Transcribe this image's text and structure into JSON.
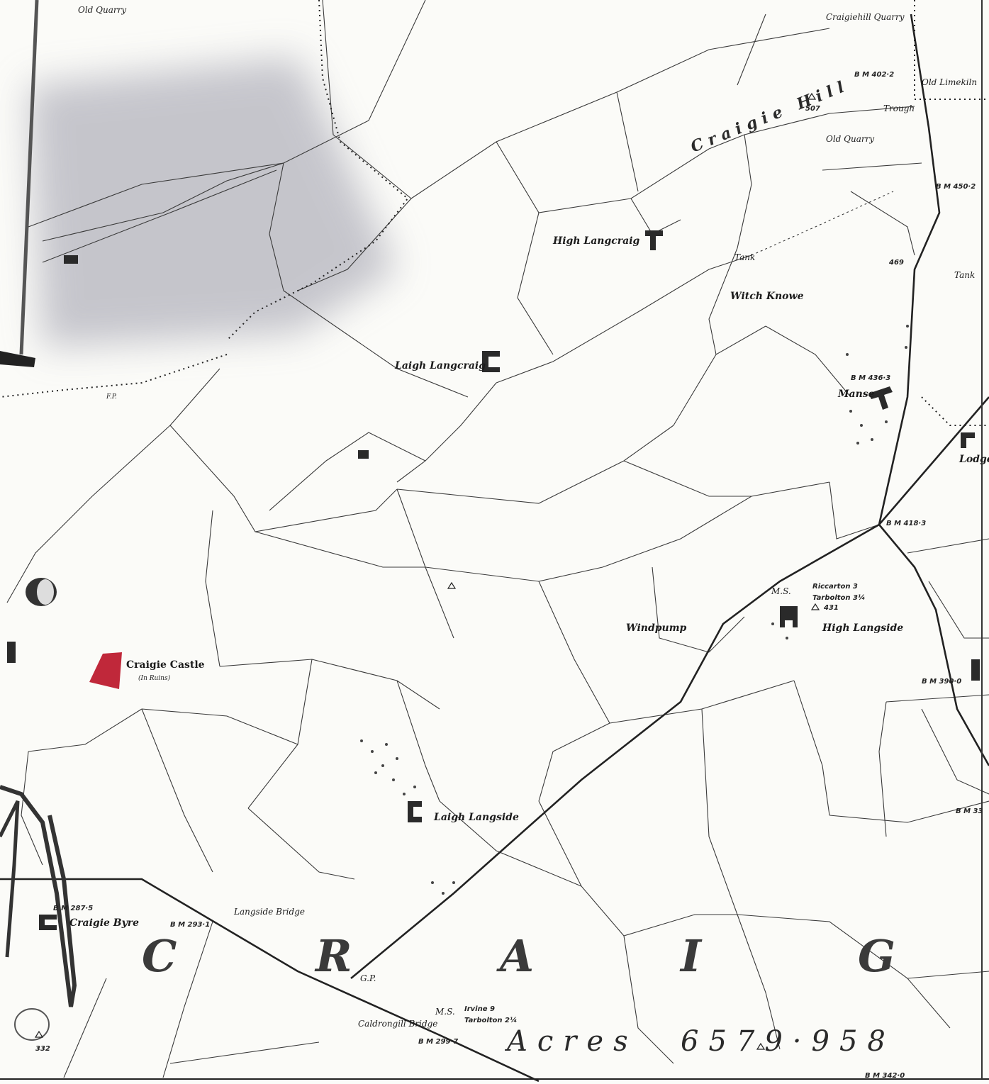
{
  "map": {
    "district_letters": [
      "C",
      "R",
      "A",
      "I",
      "G"
    ],
    "acres_label": "Acres",
    "acres_value": "6579·958",
    "hill_name": "Craigie Hill",
    "places": {
      "old_quarry_top": "Old Quarry",
      "craigiehill_quarry": "Craigiehill Quarry",
      "old_limekiln": "Old Limekiln",
      "trough": "Trough",
      "old_quarry_mid": "Old Quarry",
      "high_langcraig": "High Langcraig",
      "tank_1": "Tank",
      "tank_2": "Tank",
      "witch_knowe": "Witch Knowe",
      "laigh_langcraig": "Laigh Langcraig",
      "manse": "Manse",
      "lodge": "Lodge",
      "windpump": "Windpump",
      "high_langside": "High Langside",
      "craigie_castle": "Craigie Castle",
      "craigie_castle_note": "(In Ruins)",
      "laigh_langside": "Laigh Langside",
      "langside_bridge": "Langside Bridge",
      "craigie_byre": "Craigie Byre",
      "caldrongill_bridge": "Caldrongill Bridge",
      "gp": "G.P.",
      "ms_1": "M.S.",
      "ms_2": "M.S.",
      "fp": "F.P."
    },
    "milestones": {
      "ms1_line1": "Riccarton 3",
      "ms1_line2": "Tarbolton 3¼",
      "ms2_line1": "Irvine 9",
      "ms2_line2": "Tarbolton 2¼"
    },
    "spot_heights": {
      "h507": "507",
      "h469": "469",
      "h431": "431",
      "h332": "332"
    },
    "benchmarks": {
      "bm1": "B M 402·2",
      "bm2": "B M 450·2",
      "bm3": "B M 436·3",
      "bm4": "B M 418·3",
      "bm5": "B M 390·0",
      "bm6": "B M 33",
      "bm7": "B M 287·5",
      "bm8": "B M 293·1",
      "bm9": "B M 299·7",
      "bm10": "B M 342·0"
    },
    "colors": {
      "castle_fill": "#c0283a",
      "paper": "#fbfbf8",
      "ink": "#222222",
      "shadow": "#9a9aa8"
    }
  }
}
